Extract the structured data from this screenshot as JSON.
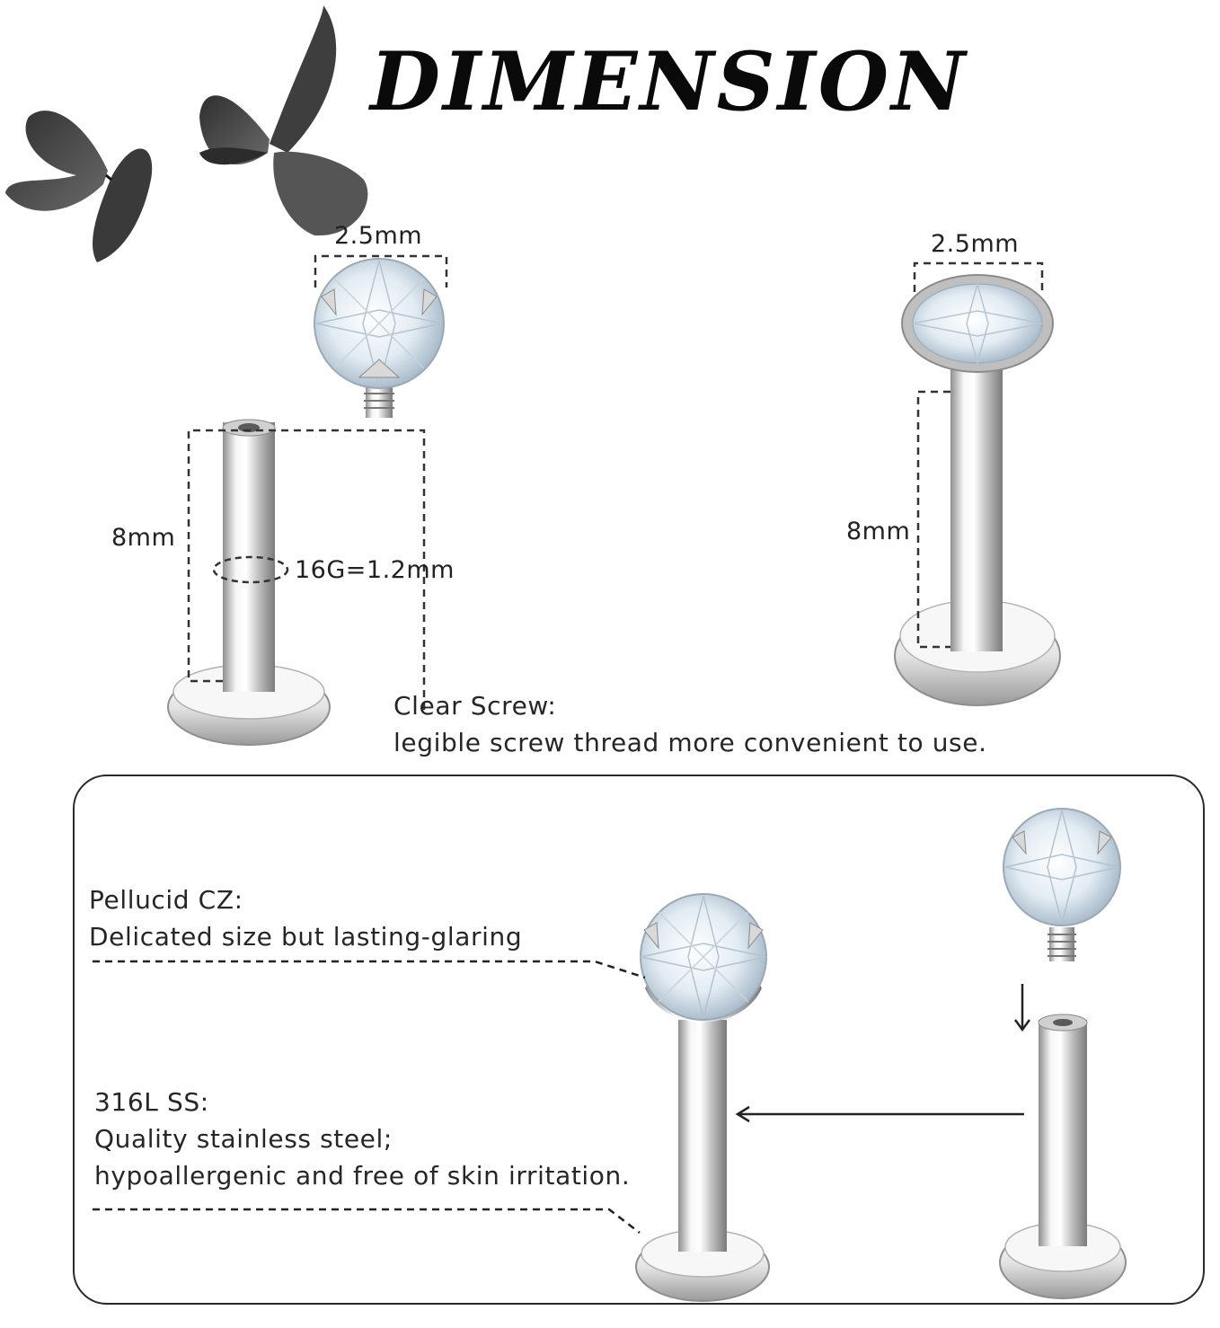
{
  "header": {
    "title": "DIMENSION"
  },
  "left_stud": {
    "top_width": "2.5mm",
    "length": "8mm",
    "gauge": "16G=1.2mm"
  },
  "right_stud": {
    "top_width": "2.5mm",
    "length": "8mm"
  },
  "clear_screw": {
    "heading": "Clear Screw:",
    "body": "legible screw thread more convenient to use."
  },
  "features": {
    "cz": {
      "heading": "Pellucid CZ:",
      "body": "Delicated size but lasting-glaring"
    },
    "steel": {
      "heading": "316L SS:",
      "line1": "Quality stainless steel;",
      "line2": "hypoallergenic and free of skin irritation."
    }
  },
  "colors": {
    "metal_light": "#f4f4f4",
    "metal_dark": "#8c8c8c",
    "gem": "#dfe9f1",
    "butterfly": "#4a4a4a"
  }
}
